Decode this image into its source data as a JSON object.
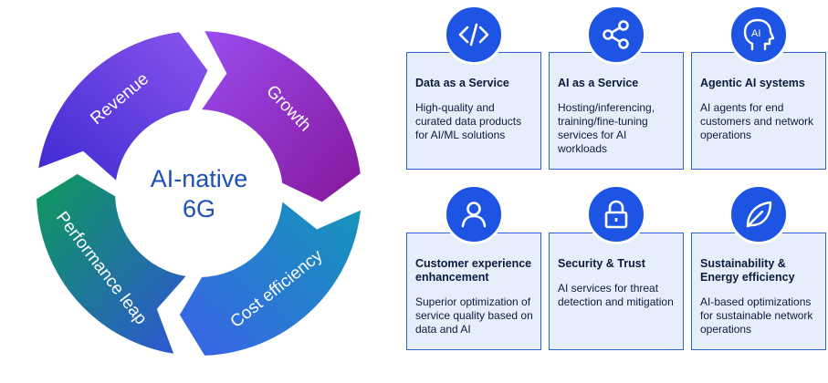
{
  "cycle": {
    "center_title_line1": "AI-native",
    "center_title_line2": "6G",
    "segments": [
      "Revenue",
      "Growth",
      "Cost efficiency",
      "Performance leap"
    ]
  },
  "cards": [
    {
      "icon": "code-icon",
      "title": "Data as a Service",
      "desc": "High-quality and curated data products for AI/ML solutions"
    },
    {
      "icon": "share-icon",
      "title": "AI as a Service",
      "desc": "Hosting/inferencing, training/fine-tuning services for AI workloads"
    },
    {
      "icon": "ai-head-icon",
      "title": "Agentic AI systems",
      "desc": "AI agents for end customers and network operations"
    },
    {
      "icon": "user-icon",
      "title": "Customer experience enhancement",
      "desc": "Superior optimization of service quality based on data and AI"
    },
    {
      "icon": "lock-icon",
      "title": "Security & Trust",
      "desc": "AI services for threat detection and mitigation"
    },
    {
      "icon": "leaf-icon",
      "title": "Sustainability & Energy efficiency",
      "desc": "AI-based optimizations for sustainable network operations"
    }
  ],
  "colors": {
    "card_border": "#2f62d6",
    "card_fill": "#e6eefc",
    "badge_fill": "#1d54e3",
    "center_text": "#1f50b8",
    "revenue": [
      "#5b2fd6",
      "#7a49e8"
    ],
    "growth": [
      "#8a3fe6",
      "#8e1fa6"
    ],
    "cost_efficiency": [
      "#1aa3c4",
      "#2b6fe0"
    ],
    "performance_leap": [
      "#0a8f5a",
      "#2c58d2"
    ]
  }
}
